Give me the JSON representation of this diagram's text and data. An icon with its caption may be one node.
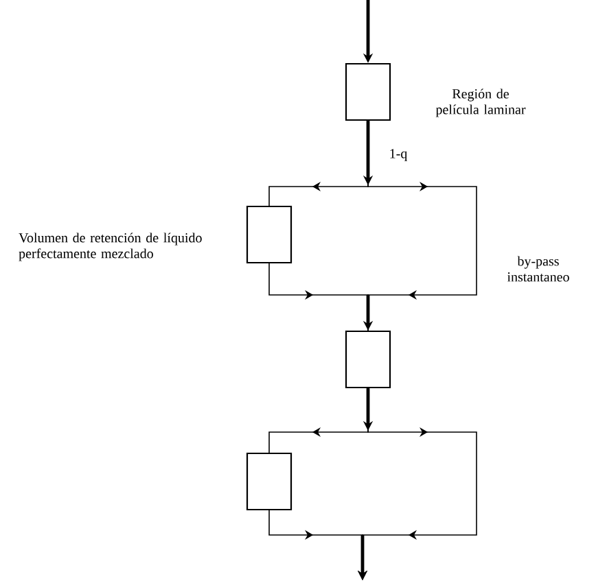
{
  "diagram": {
    "nodes": [
      {
        "text": [],
        "shape": "box",
        "beside": [
          "Región de película laminar"
        ]
      },
      {
        "text": [],
        "shape": "box",
        "beside": [
          "Volumen de retención de líquido perfectamente mezclado"
        ]
      },
      {
        "text": [],
        "shape": "box"
      },
      {
        "text": [],
        "shape": "box"
      }
    ],
    "edges": [
      {
        "from": null,
        "to": 0,
        "arrow": "to",
        "style": "thick"
      },
      {
        "from": 0,
        "to": 1,
        "arrow": "to"
      },
      {
        "from": 0,
        "to": 2,
        "arrow": "to"
      },
      {
        "from": 1,
        "to": 2,
        "arrow": "to"
      },
      {
        "from": 2,
        "to": 3,
        "arrow": "to"
      },
      {
        "from": 2,
        "to": null,
        "arrow": "to"
      },
      {
        "from": 3,
        "to": null,
        "arrow": "to"
      }
    ],
    "labels": [
      "1-q",
      "by-pass instantaneo"
    ]
  }
}
